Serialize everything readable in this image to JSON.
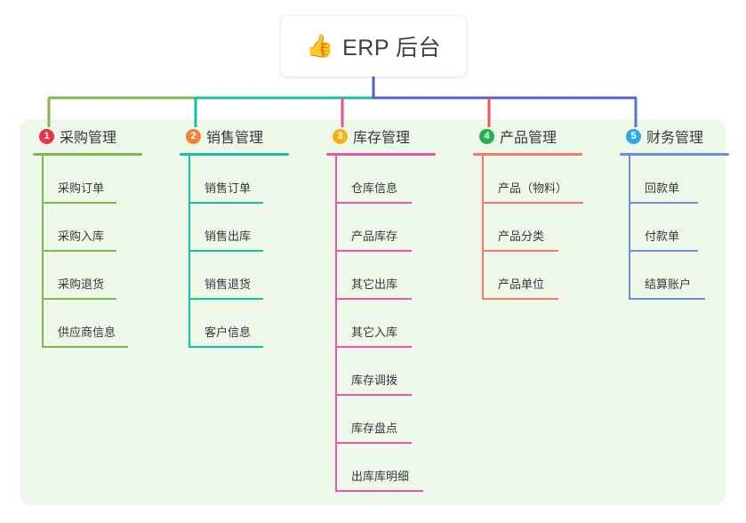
{
  "root": {
    "icon": "thumbs-up-icon",
    "emoji": "👍",
    "title": "ERP 后台"
  },
  "palette": {
    "panel_background": "#eef8e8",
    "page_background": "#ffffff",
    "trunk": "#5a5fc8",
    "bus_left": "#7cb94a",
    "bus_mid": "#13bfa6",
    "bus_right": "#5a5fc8"
  },
  "columns": [
    {
      "index": "1",
      "badge_number": "1",
      "badge_color": "#e8334a",
      "title": "采购管理",
      "line_color": "#7cb94a",
      "drop_color": "#7cb94a",
      "items": [
        {
          "label": "采购订单",
          "rule_width": 84
        },
        {
          "label": "采购入库",
          "rule_width": 84
        },
        {
          "label": "采购退货",
          "rule_width": 84
        },
        {
          "label": "供应商信息",
          "rule_width": 97
        }
      ]
    },
    {
      "index": "2",
      "badge_number": "2",
      "badge_color": "#f08437",
      "title": "销售管理",
      "line_color": "#13bfa6",
      "drop_color": "#13bfa6",
      "items": [
        {
          "label": "销售订单",
          "rule_width": 84
        },
        {
          "label": "销售出库",
          "rule_width": 84
        },
        {
          "label": "销售退货",
          "rule_width": 84
        },
        {
          "label": "客户信息",
          "rule_width": 84
        }
      ]
    },
    {
      "index": "3",
      "badge_number": "3",
      "badge_color": "#f5b217",
      "title": "库存管理",
      "line_color": "#e557a8",
      "drop_color": "#e84f93",
      "items": [
        {
          "label": "仓库信息",
          "rule_width": 86
        },
        {
          "label": "产品库存",
          "rule_width": 86
        },
        {
          "label": "其它出库",
          "rule_width": 86
        },
        {
          "label": "其它入库",
          "rule_width": 86
        },
        {
          "label": "库存调拨",
          "rule_width": 86
        },
        {
          "label": "库存盘点",
          "rule_width": 86
        },
        {
          "label": "出库库明细",
          "rule_width": 99
        }
      ]
    },
    {
      "index": "4",
      "badge_number": "4",
      "badge_color": "#22b24c",
      "title": "产品管理",
      "line_color": "#f4796f",
      "drop_color": "#f2564f",
      "items": [
        {
          "label": "产品（物料）",
          "rule_width": 114
        },
        {
          "label": "产品分类",
          "rule_width": 86
        },
        {
          "label": "产品单位",
          "rule_width": 86
        }
      ]
    },
    {
      "index": "5",
      "badge_number": "5",
      "badge_color": "#2eaae0",
      "title": "财务管理",
      "line_color": "#6d8ede",
      "drop_color": "#5a73d8",
      "items": [
        {
          "label": "回款单",
          "rule_width": 78
        },
        {
          "label": "付款单",
          "rule_width": 78
        },
        {
          "label": "结算账户",
          "rule_width": 86
        }
      ]
    }
  ]
}
